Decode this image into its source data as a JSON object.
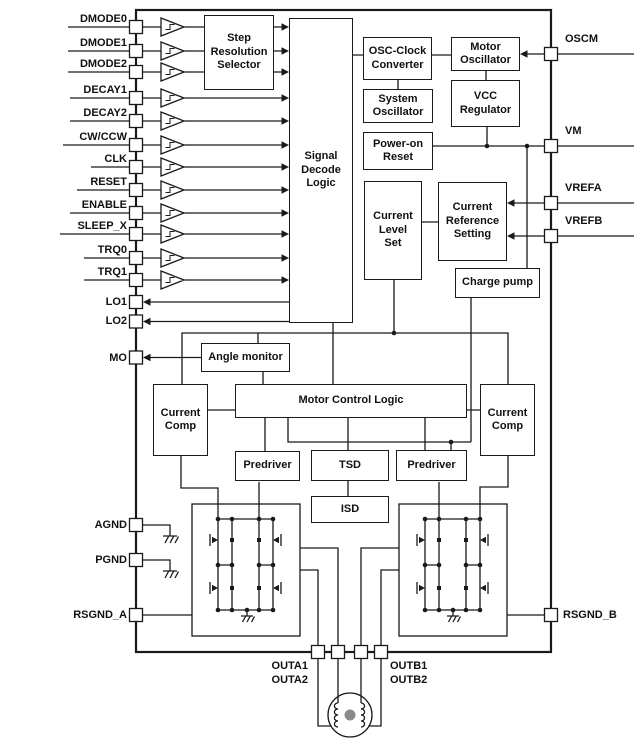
{
  "figure": "motor-driver-ic-block-diagram",
  "colors": {
    "line": "#1a1a1a",
    "block_border": "#1a1a1a",
    "text": "#111111",
    "rotor_fill": "#8a8a8a",
    "background": "#ffffff"
  },
  "pins": {
    "left": [
      "DMODE0",
      "DMODE1",
      "DMODE2",
      "DECAY1",
      "DECAY2",
      "CW/CCW",
      "CLK",
      "RESET",
      "ENABLE",
      "SLEEP_X",
      "TRQ0",
      "TRQ1",
      "LO1",
      "LO2",
      "MO",
      "AGND",
      "PGND",
      "RSGND_A"
    ],
    "right": [
      "OSCM",
      "VM",
      "VREFA",
      "VREFB",
      "RSGND_B"
    ],
    "bottom": [
      "OUTA1",
      "OUTA2",
      "OUTB1",
      "OUTB2"
    ]
  },
  "blocks": {
    "step_resolution_selector": "Step\nResolution\nSelector",
    "signal_decode_logic": "Signal\nDecode\nLogic",
    "osc_clock_converter": "OSC-Clock\nConverter",
    "motor_oscillator": "Motor\nOscillator",
    "system_oscillator": "System\nOscillator",
    "vcc_regulator": "VCC\nRegulator",
    "power_on_reset": "Power-on\nReset",
    "current_level_set": "Current\nLevel\nSet",
    "current_reference_setting": "Current\nReference\nSetting",
    "charge_pump": "Charge pump",
    "angle_monitor": "Angle monitor",
    "motor_control_logic": "Motor Control Logic",
    "current_comp_a": "Current\nComp",
    "current_comp_b": "Current\nComp",
    "predriver_a": "Predriver",
    "predriver_b": "Predriver",
    "tsd": "TSD",
    "isd": "ISD"
  }
}
